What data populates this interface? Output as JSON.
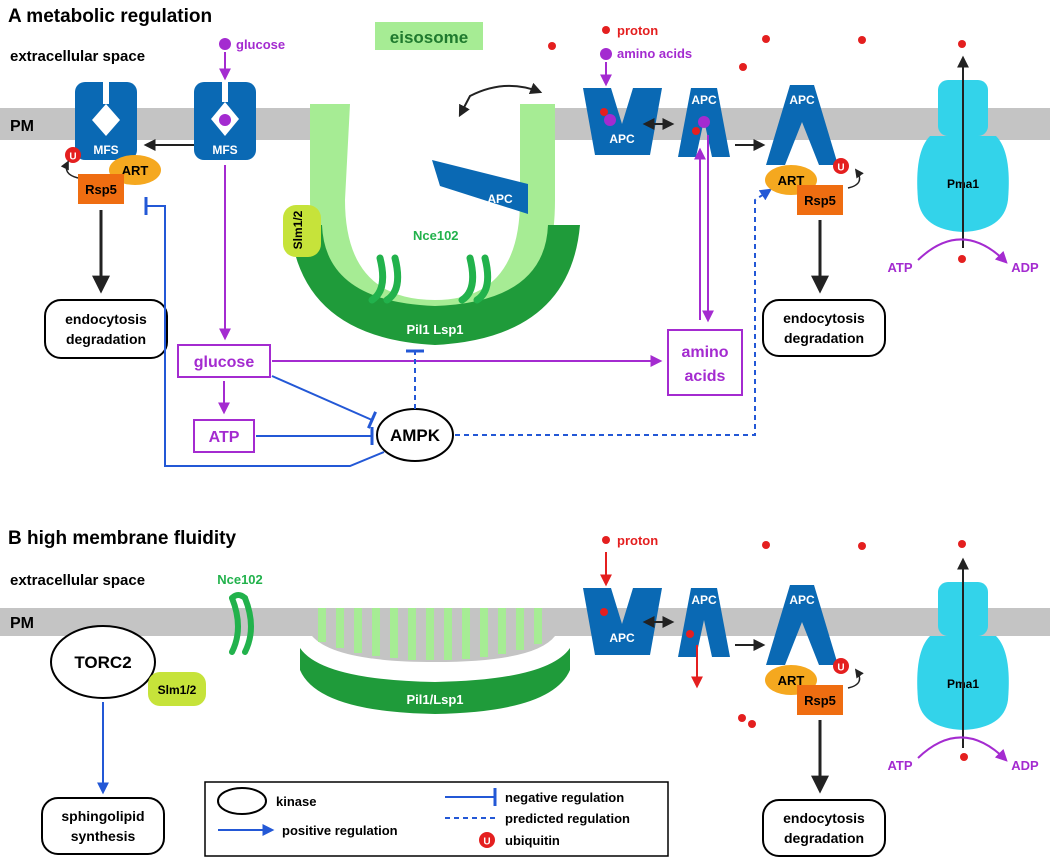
{
  "colors": {
    "membrane": "#c4c4c4",
    "mfs": "#0a69b4",
    "apc": "#0a69b4",
    "eisosome_light": "#a6ec94",
    "eisosome_dark": "#1f9b3a",
    "nce102": "#22b24c",
    "slm": "#c6e33a",
    "art": "#f5a81f",
    "rsp5": "#ef6d11",
    "pma1": "#33d3ea",
    "metabolic": "#a42bd0",
    "proton": "#e41f1f",
    "regulation": "#2358d6",
    "arrow": "#222222"
  },
  "panelA": {
    "title": "A  metabolic regulation",
    "extracellular": "extracellular space",
    "pm": "PM",
    "eisosome": "eisosome",
    "glucose_in": "glucose",
    "proton": "proton",
    "amino_acids_in": "amino acids",
    "mfs1": "MFS",
    "mfs2": "MFS",
    "apc_embedded": "APC",
    "apc1": "APC",
    "apc2": "APC",
    "apc3": "APC",
    "slm": "Slm1/2",
    "nce102": "Nce102",
    "pil1": "Pil1 Lsp1",
    "art_left": "ART",
    "rsp5_left": "Rsp5",
    "art_right": "ART",
    "rsp5_right": "Rsp5",
    "pma1": "Pma1",
    "atp_pma": "ATP",
    "adp_pma": "ADP",
    "endo_left_1": "endocytosis",
    "endo_left_2": "degradation",
    "endo_right_1": "endocytosis",
    "endo_right_2": "degradation",
    "glucose_box": "glucose",
    "atp_box": "ATP",
    "ampk": "AMPK",
    "amino_box_1": "amino",
    "amino_box_2": "acids",
    "ubiquitin": "U"
  },
  "panelB": {
    "title": "B high membrane fluidity",
    "extracellular": "extracellular space",
    "pm": "PM",
    "nce102": "Nce102",
    "proton": "proton",
    "torc2": "TORC2",
    "slm": "Slm1/2",
    "pil1": "Pil1/Lsp1",
    "apc1": "APC",
    "apc2": "APC",
    "apc3": "APC",
    "art": "ART",
    "rsp5": "Rsp5",
    "pma1": "Pma1",
    "atp_pma": "ATP",
    "adp_pma": "ADP",
    "sphingo_1": "sphingolipid",
    "sphingo_2": "synthesis",
    "endo_1": "endocytosis",
    "endo_2": "degradation",
    "ubiquitin": "U"
  },
  "legend": {
    "kinase": "kinase",
    "positive": "positive regulation",
    "negative": "negative regulation",
    "predicted": "predicted regulation",
    "ubiquitin": "ubiquitin",
    "ubiquitin_symbol": "U"
  }
}
